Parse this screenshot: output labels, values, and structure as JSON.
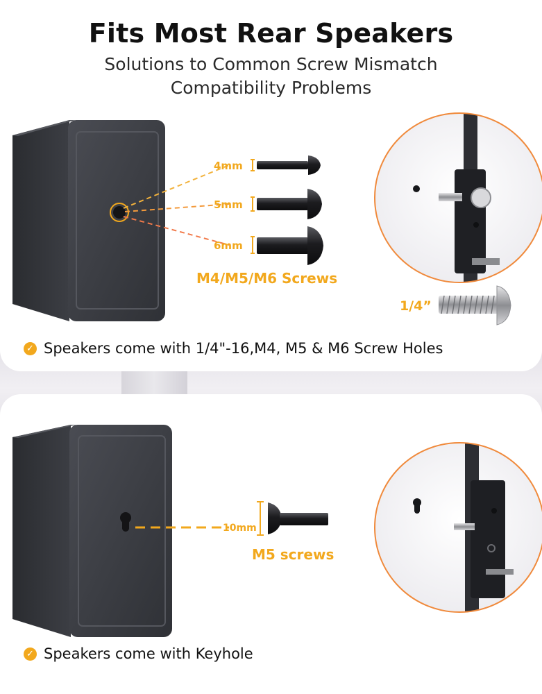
{
  "header": {
    "title": "Fits Most Rear Speakers",
    "subtitle": "Solutions to Common Screw Mismatch Compatibility Problems"
  },
  "section_top": {
    "screw_sizes": [
      "4mm",
      "5mm",
      "6mm"
    ],
    "screws_label": "M4/M5/M6 Screws",
    "quarter_label": "1/4”",
    "caption": "Speakers come with 1/4\"-16,M4, M5 & M6 Screw Holes"
  },
  "section_bottom": {
    "size_label": "10mm",
    "screws_label": "M5 screws",
    "caption": "Speakers come with Keyhole"
  },
  "colors": {
    "accent": "#f2a81d",
    "cabinet": "#3b3d43",
    "highlight_ring": "#f08a3c"
  }
}
